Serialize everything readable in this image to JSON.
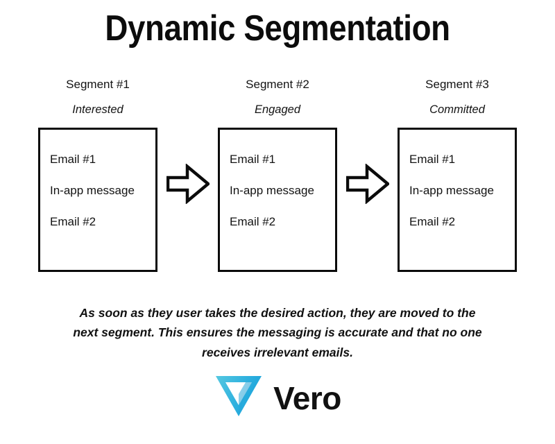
{
  "title": "Dynamic Segmentation",
  "segments": [
    {
      "header": "Segment #1",
      "subtitle": "Interested",
      "items": [
        "Email #1",
        "In-app message",
        "Email #2"
      ]
    },
    {
      "header": "Segment #2",
      "subtitle": "Engaged",
      "items": [
        "Email #1",
        "In-app message",
        "Email #2"
      ]
    },
    {
      "header": "Segment #3",
      "subtitle": "Committed",
      "items": [
        "Email #1",
        "In-app message",
        "Email #2"
      ]
    }
  ],
  "arrows": [
    {
      "icon": "right-block-arrow-icon"
    },
    {
      "icon": "right-block-arrow-icon"
    }
  ],
  "caption": "As soon as they user takes the desired action, they are moved to the next segment. This ensures the messaging is accurate and that no one receives irrelevant emails.",
  "logo": {
    "icon": "vero-triangle-icon",
    "wordmark": "Vero",
    "colors": {
      "gradient_start": "#4FC4DE",
      "gradient_end": "#1FA8DC",
      "wordmark": "#111111"
    }
  },
  "colors": {
    "background": "#FFFFFF",
    "text": "#111111",
    "box_border": "#0B0B0B",
    "arrow_stroke": "#0B0B0B",
    "arrow_fill": "#FFFFFF"
  }
}
